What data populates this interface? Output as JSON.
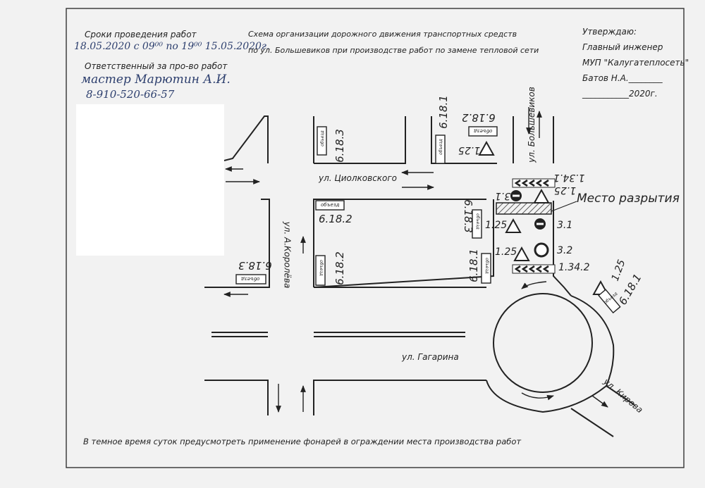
{
  "header": {
    "period_label": "Сроки проведения работ",
    "period_value": "18.05.2020 с 09⁰⁰ по 19⁰⁰ 15.05.2020г.",
    "title_line1": "Схема организации дорожного движения транспортных средств",
    "title_line2": "по ул. Большевиков при производстве работ по замене тепловой сети",
    "responsible_label": "Ответственный за про-во работ",
    "responsible_name": "мастер Марютин А.И.",
    "responsible_phone": "8-910-520-66-57"
  },
  "approval": {
    "line1": "Утверждаю:",
    "line2": "Главный инженер",
    "line3": "МУП \"Калугатеплосеть\"",
    "line4": "Батов Н.А.________",
    "line5": "___________2020г."
  },
  "streets": {
    "tsiolkovskogo": "ул. Циолковского",
    "korolyova": "ул. А.Королёва",
    "bolshevikov": "ул. Большевиков",
    "gagarina": "ул. Гагарина",
    "kirova": "ул. Кирова"
  },
  "excavation_label": "Место разрытия",
  "sign_codes": {
    "s6_18_3": "6.18.3",
    "s6_18_2": "6.18.2",
    "s6_18_1": "6.18.1",
    "s1_25": "1.25",
    "s1_34_1": "1.34.1",
    "s1_34_2": "1.34.2",
    "s3_1": "3.1",
    "s3_2": "3.2"
  },
  "detour_text": "объезд",
  "footer_note": "В темное время суток предусмотреть применение фонарей в ограждении места производства работ",
  "colors": {
    "ink": "#222222",
    "handwriting": "#2d3f6e",
    "paper": "#f2f2f2"
  }
}
